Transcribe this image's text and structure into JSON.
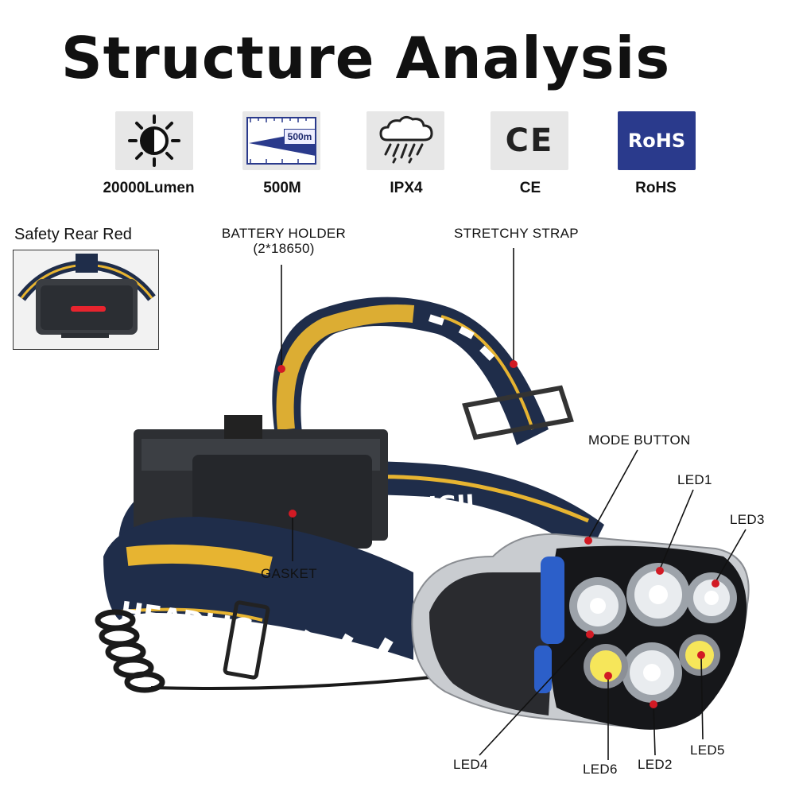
{
  "title": "Structure Analysis",
  "features": [
    {
      "label": "20000Lumen",
      "icon": "sun-icon"
    },
    {
      "label": "500M",
      "icon": "distance-beam-icon",
      "badge": "500m"
    },
    {
      "label": "IPX4",
      "icon": "rain-cloud-icon"
    },
    {
      "label": "CE",
      "icon": "ce-mark-icon",
      "mark": "CE"
    },
    {
      "label": "RoHS",
      "icon": "rohs-mark-icon",
      "mark": "RoHS"
    }
  ],
  "inset": {
    "label": "Safety Rear Red"
  },
  "callouts": {
    "battery": "BATTERY HOLDER",
    "battery_sub": "(2*18650)",
    "strap": "STRETCHY STRAP",
    "mode": "MODE BUTTON",
    "gasket": "GASKET",
    "led1": "LED1",
    "led2": "LED2",
    "led3": "LED3",
    "led4": "LED4",
    "led5": "LED5",
    "led6": "LED6"
  },
  "strap_text": {
    "front": "HEADLIGHT",
    "side": "LIGHT"
  },
  "colors": {
    "strap_navy": "#1f2d4a",
    "strap_yellow": "#e7b431",
    "marker_red": "#d21a24",
    "rohs_blue": "#2a3a8c",
    "tile_grey": "#e7e7e7"
  }
}
